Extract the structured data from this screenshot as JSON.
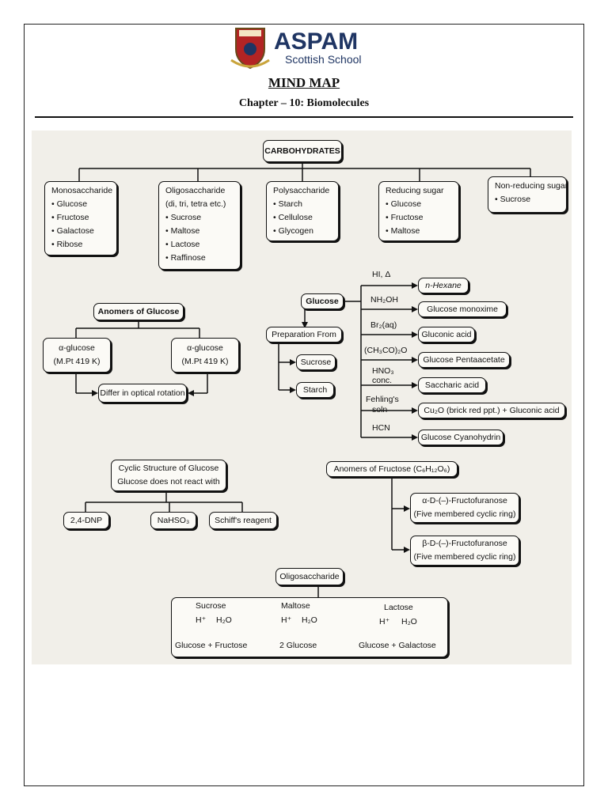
{
  "header": {
    "logo_text": "ASPAM",
    "logo_subtext": "Scottish School",
    "title": "MIND MAP",
    "subtitle": "Chapter – 10: Biomolecules"
  },
  "carbohydrates": {
    "root": "CARBOHYDRATES",
    "mono": {
      "title": "Monosaccharide",
      "items": [
        "Glucose",
        "Fructose",
        "Galactose",
        "Ribose"
      ]
    },
    "oligo": {
      "title": "Oligosaccharide",
      "sub": "(di, tri, tetra etc.)",
      "items": [
        "Sucrose",
        "Maltose",
        "Lactose",
        "Raffinose"
      ]
    },
    "poly": {
      "title": "Polysaccharide",
      "items": [
        "Starch",
        "Cellulose",
        "Glycogen"
      ]
    },
    "reducing": {
      "title": "Reducing sugar",
      "items": [
        "Glucose",
        "Fructose",
        "Maltose"
      ]
    },
    "nonreducing": {
      "title": "Non-reducing sugar",
      "items": [
        "Sucrose"
      ]
    }
  },
  "anomers_glucose": {
    "title": "Anomers of Glucose",
    "left": [
      "α-glucose",
      "(M.Pt 419 K)"
    ],
    "right": [
      "α-glucose",
      "(M.Pt 419 K)"
    ],
    "result": "Differ in optical rotation"
  },
  "glucose": {
    "title": "Glucose",
    "prep": "Preparation From",
    "sources": [
      "Sucrose",
      "Starch"
    ],
    "reactions": [
      {
        "reagent": "HI, Δ",
        "product": "n-Hexane"
      },
      {
        "reagent": "NH₂OH",
        "product": "Glucose monoxime"
      },
      {
        "reagent": "Br₂(aq)",
        "product": "Gluconic acid"
      },
      {
        "reagent": "(CH₃CO)₂O",
        "product": "Glucose Pentaacetate"
      },
      {
        "reagent": "HNO₃",
        "reagent2": "conc.",
        "product": "Saccharic acid"
      },
      {
        "reagent": "Fehling's",
        "reagent2": "soln",
        "product": "Cu₂O (brick red ppt.) + Gluconic acid"
      },
      {
        "reagent": "HCN",
        "product": "Glucose Cyanohydrin"
      }
    ]
  },
  "cyclic": {
    "title": "Cyclic Structure of Glucose",
    "title2": "Glucose does not react with",
    "items": [
      "2,4-DNP",
      "NaHSO₃",
      "Schiff's reagent"
    ]
  },
  "anomers_fructose": {
    "title": "Anomers of Fructose (C₆H₁₂O₆)",
    "alpha": [
      "α-D-(–)-Fructofuranose",
      "(Five membered cyclic ring)"
    ],
    "beta": [
      "β-D-(–)-Fructofuranose",
      "(Five membered cyclic ring)"
    ]
  },
  "oligo_section": {
    "title": "Oligosaccharide",
    "columns": [
      {
        "name": "Sucrose",
        "reagent": "H⁺",
        "water": "H₂O",
        "product": "Glucose + Fructose"
      },
      {
        "name": "Maltose",
        "reagent": "H⁺",
        "water": "H₂O",
        "product": "2 Glucose"
      },
      {
        "name": "Lactose",
        "reagent": "H⁺",
        "water": "H₂O",
        "product": "Glucose + Galactose"
      }
    ]
  },
  "colors": {
    "logo_navy": "#1f3563",
    "logo_red": "#b32424",
    "paper": "#f1efe9"
  }
}
